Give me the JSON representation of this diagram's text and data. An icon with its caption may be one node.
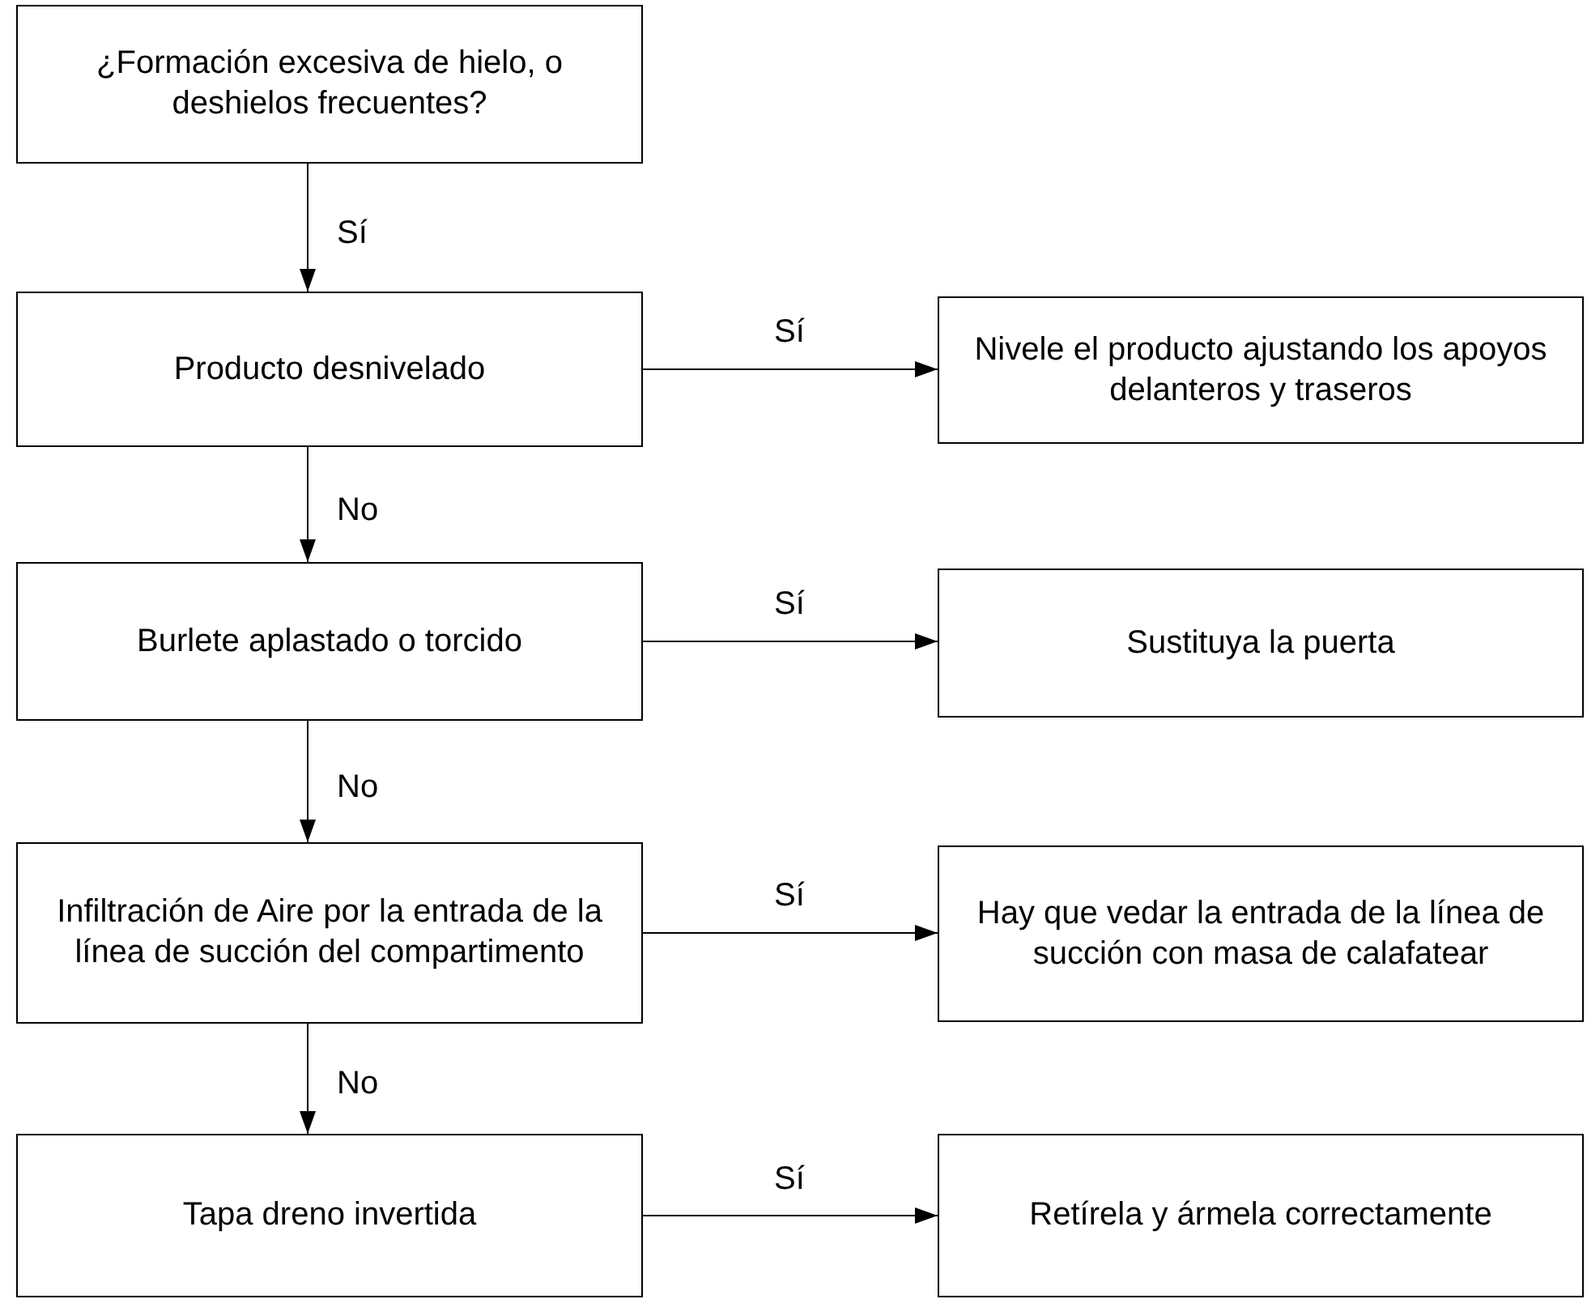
{
  "diagram": {
    "nodes": [
      {
        "text": [
          "¿Formación excesiva de hielo, o deshielos frecuentes?"
        ]
      },
      {
        "text": [
          "Producto desnivelado"
        ]
      },
      {
        "text": [
          "Nivele el producto ajustando los apoyos delanteros y traseros"
        ]
      },
      {
        "text": [
          "Burlete aplastado o torcido"
        ]
      },
      {
        "text": [
          "Sustituya la puerta"
        ]
      },
      {
        "text": [
          "Infiltración de Aire por la entrada de la línea de succión del compartimento"
        ]
      },
      {
        "text": [
          "Hay que vedar la entrada de la línea de succión con masa de calafatear"
        ]
      },
      {
        "text": [
          "Tapa dreno invertida"
        ]
      },
      {
        "text": [
          "Retírela y ármela correctamente"
        ]
      }
    ],
    "edges": [
      {
        "from": 0,
        "to": 1,
        "arrow": "to",
        "label": "Sí"
      },
      {
        "from": 1,
        "to": 2,
        "arrow": "to",
        "label": "Sí"
      },
      {
        "from": 1,
        "to": 3,
        "arrow": "to",
        "label": "No"
      },
      {
        "from": 3,
        "to": 4,
        "arrow": "to",
        "label": "Sí"
      },
      {
        "from": 3,
        "to": 5,
        "arrow": "to",
        "label": "No"
      },
      {
        "from": 5,
        "to": 6,
        "arrow": "to",
        "label": "Sí"
      },
      {
        "from": 5,
        "to": 7,
        "arrow": "to",
        "label": "No"
      },
      {
        "from": 7,
        "to": 8,
        "arrow": "to",
        "label": "Sí"
      }
    ]
  }
}
